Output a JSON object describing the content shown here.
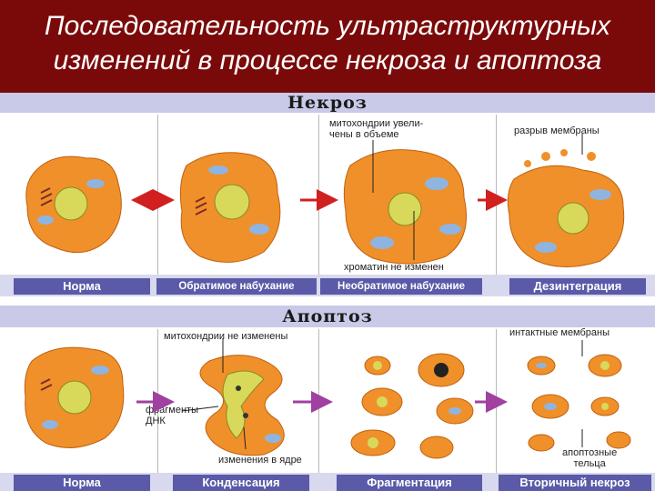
{
  "title": {
    "line1": "Последовательность ультраструктурных",
    "line2": "изменений в процессе некроза и апоптоза"
  },
  "necrosis": {
    "heading": "Некроз",
    "notes": {
      "mito": "митохондрии увели-\nчены в объеме",
      "membrane": "разрыв мембраны",
      "chromatin": "хроматин не изменен"
    },
    "stages": [
      "Норма",
      "Обратимое набухание",
      "Необратимое набухание",
      "Дезинтеграция"
    ]
  },
  "apoptosis": {
    "heading": "Апоптоз",
    "notes": {
      "mito": "митохондрии не изменены",
      "membranes": "интактные мембраны",
      "dna": "фрагменты\nДНК",
      "nucleus": "изменения в ядре",
      "bodies": "апоптозные\nтельца"
    },
    "stages": [
      "Норма",
      "Конденсация",
      "Фрагментация",
      "Вторичный некроз"
    ]
  },
  "colors": {
    "background": "#7a0a0a",
    "cell": "#f0902a",
    "nucleus": "#d8d85a",
    "mitochondria": "#8fb4e0",
    "arrow_necrosis": "#d02020",
    "arrow_apoptosis": "#a040a0"
  }
}
